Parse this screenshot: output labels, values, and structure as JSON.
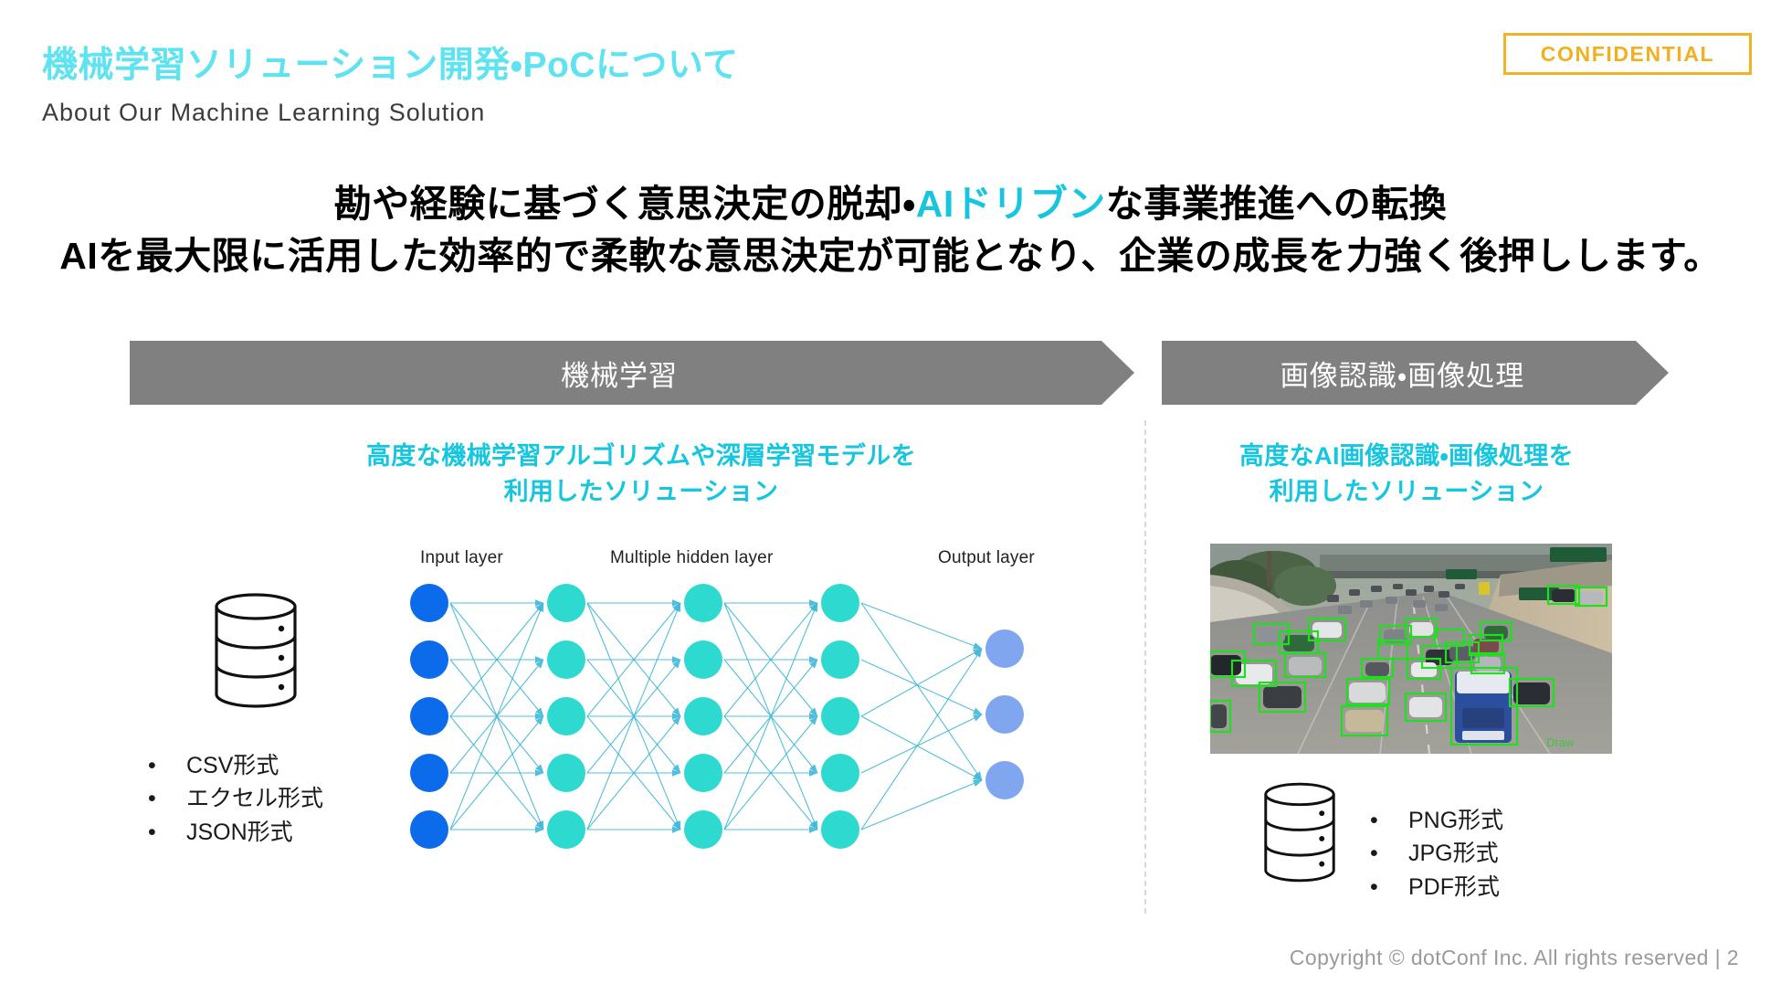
{
  "header": {
    "title_ja": "機械学習ソリューション開発・PoCについて",
    "subtitle_en": "About Our Machine Learning Solution",
    "confidential_label": "CONFIDENTIAL",
    "title_color": "#5FE3F0",
    "confidential_color": "#F0B323"
  },
  "headline": {
    "line1_part1": "勘や経験に基づく意思決定の脱却・",
    "line1_accent": "AIドリブン",
    "line1_part2": "な事業推進への転換",
    "line2": "AIを最大限に活用した効率的で柔軟な意思決定が可能となり、企業の成長を力強く後押しします。",
    "accent_color": "#16C6DE"
  },
  "columns": {
    "machine_learning": {
      "banner_label": "機械学習",
      "heading_line1": "高度な機械学習アルゴリズムや深層学習モデルを",
      "heading_line2": "利用したソリューション",
      "heading_color": "#16C6DE",
      "data_formats": [
        "CSV形式",
        "エクセル形式",
        "JSON形式"
      ],
      "bullet_char": "•",
      "diagram": {
        "input_label": "Input layer",
        "hidden_label": "Multiple hidden layer",
        "output_label": "Output layer",
        "input_nodes": 5,
        "hidden_layers": 3,
        "hidden_nodes_per_layer": 5,
        "output_nodes": 3,
        "input_color": "#0C6BEA",
        "hidden_color": "#2ED9D0",
        "output_color": "#7FA6EE",
        "edge_color": "#3FB8D8"
      }
    },
    "image_recognition": {
      "banner_label": "画像認識・画像処理",
      "heading_line1": "高度なAI画像認識・画像処理を",
      "heading_line2": "利用したソリューション",
      "heading_color": "#16C6DE",
      "data_formats": [
        "PNG形式",
        "JPG形式",
        "PDF形式"
      ],
      "bullet_char": "•",
      "photo_alt": "高速道路の交通渋滞に対する物体検出 (車両が緑色のバウンディングボックスで検出されている)",
      "detection_box_color": "#22DD22"
    }
  },
  "banner_color": "#808080",
  "footer": {
    "copyright": "Copyright © dotConf Inc. All rights reserved | 2"
  }
}
